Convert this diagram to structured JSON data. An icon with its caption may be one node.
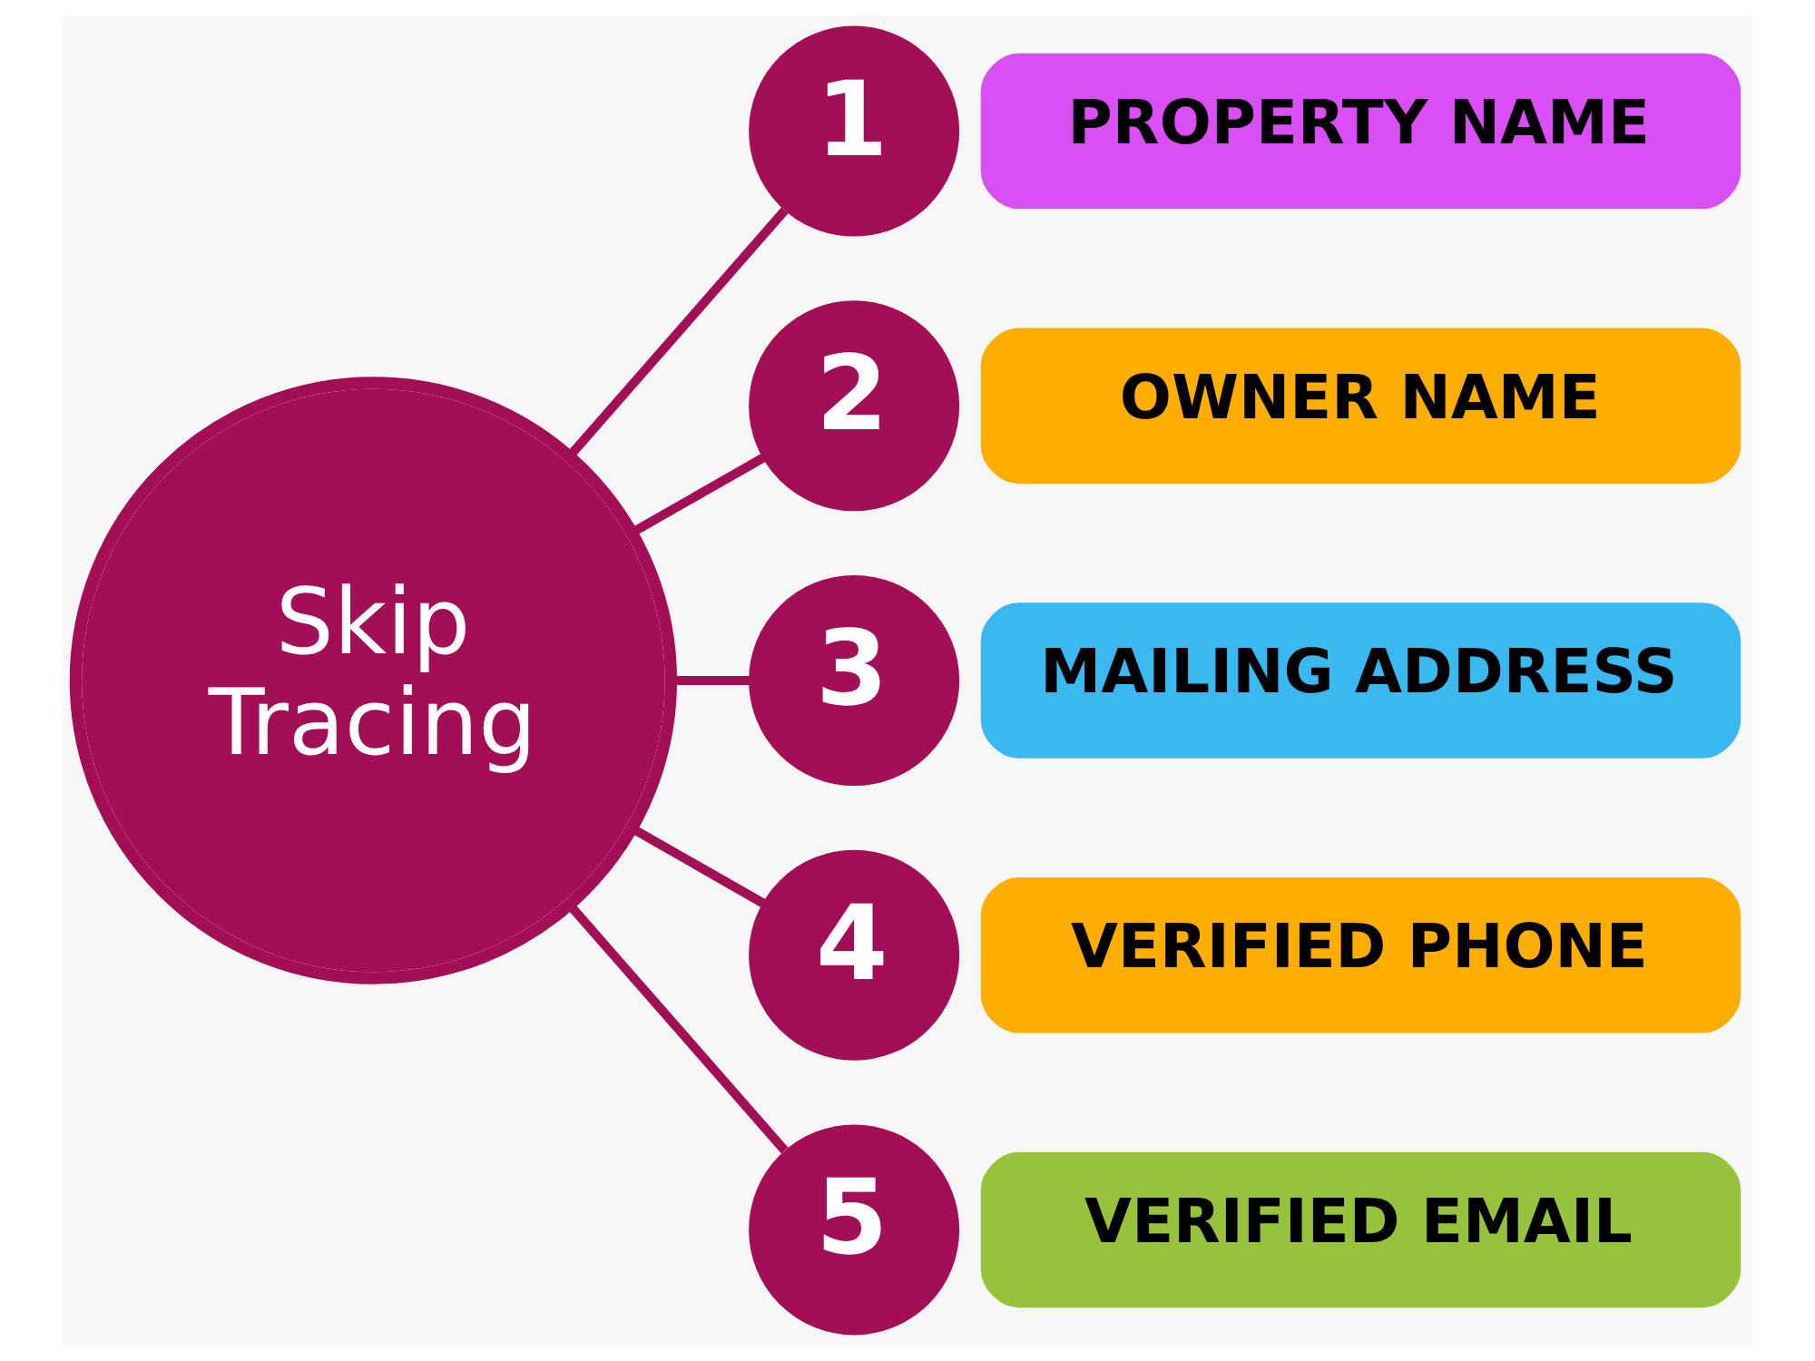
{
  "diagram": {
    "nodes": [
      {
        "text": [
          "Skip Tracing"
        ]
      },
      {
        "text": [
          "1"
        ]
      },
      {
        "text": [
          "PROPERTY NAME"
        ]
      },
      {
        "text": [
          "2"
        ]
      },
      {
        "text": [
          "OWNER NAME"
        ]
      },
      {
        "text": [
          "3"
        ]
      },
      {
        "text": [
          "MAILING ADDRESS"
        ]
      },
      {
        "text": [
          "4"
        ]
      },
      {
        "text": [
          "VERIFIED PHONE"
        ]
      },
      {
        "text": [
          "5"
        ]
      },
      {
        "text": [
          "VERIFIED EMAIL"
        ]
      }
    ],
    "edges": [
      {
        "from": 0,
        "to": 1,
        "arrow": "none"
      },
      {
        "from": 0,
        "to": 3,
        "arrow": "none"
      },
      {
        "from": 0,
        "to": 5,
        "arrow": "none"
      },
      {
        "from": 0,
        "to": 7,
        "arrow": "none"
      },
      {
        "from": 0,
        "to": 9,
        "arrow": "none"
      }
    ]
  }
}
